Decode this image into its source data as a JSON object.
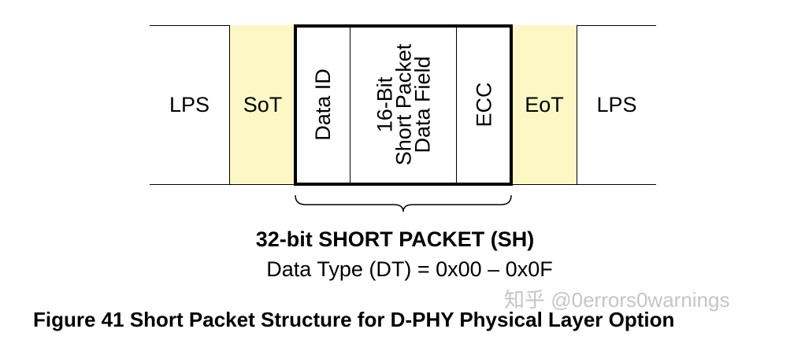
{
  "diagram": {
    "fields": {
      "lps_left": "LPS",
      "sot": "SoT",
      "data_id": "Data ID",
      "data_field_line1": "16-Bit",
      "data_field_line2": "Short Packet",
      "data_field_line3": "Data Field",
      "ecc": "ECC",
      "eot": "EoT",
      "lps_right": "LPS"
    },
    "packet_label": "32-bit SHORT PACKET (SH)",
    "data_type_label": "Data Type (DT) = 0x00 – 0x0F"
  },
  "figure_caption": "Figure 41 Short Packet Structure for D-PHY Physical Layer Option",
  "watermark": "知乎 @0errors0warnings",
  "colors": {
    "delimiter_fill": "#fbf8c6",
    "line": "#000000"
  }
}
